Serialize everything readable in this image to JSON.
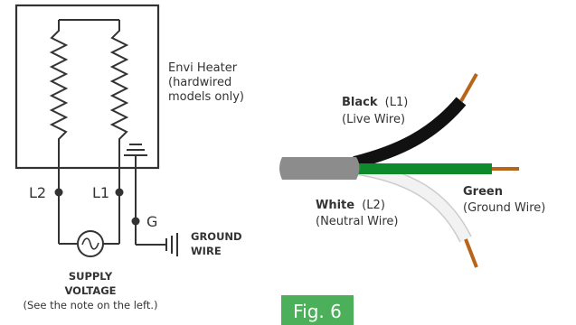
{
  "heater_label": [
    "Envi Heater",
    "(hardwired",
    "models only)"
  ],
  "terminals": {
    "l2": "L2",
    "l1": "L1",
    "g": "G"
  },
  "ground_label": [
    "GROUND",
    "WIRE"
  ],
  "supply_label": [
    "SUPPLY",
    "VOLTAGE"
  ],
  "supply_note": "(See the note on the left.)",
  "wires": {
    "black": {
      "name": "Black",
      "code": "(L1)",
      "desc": "(Live Wire)",
      "color": "#111111"
    },
    "white": {
      "name": "White",
      "code": "(L2)",
      "desc": "(Neutral Wire)",
      "color": "#eeeeee"
    },
    "green": {
      "name": "Green",
      "desc": "(Ground Wire)",
      "color": "#0e8a2c"
    }
  },
  "cable_color": "#8c8c8c",
  "copper_color": "#b8651b",
  "figure_label": "Fig. 6",
  "figure_badge_color": "#4cb05a"
}
